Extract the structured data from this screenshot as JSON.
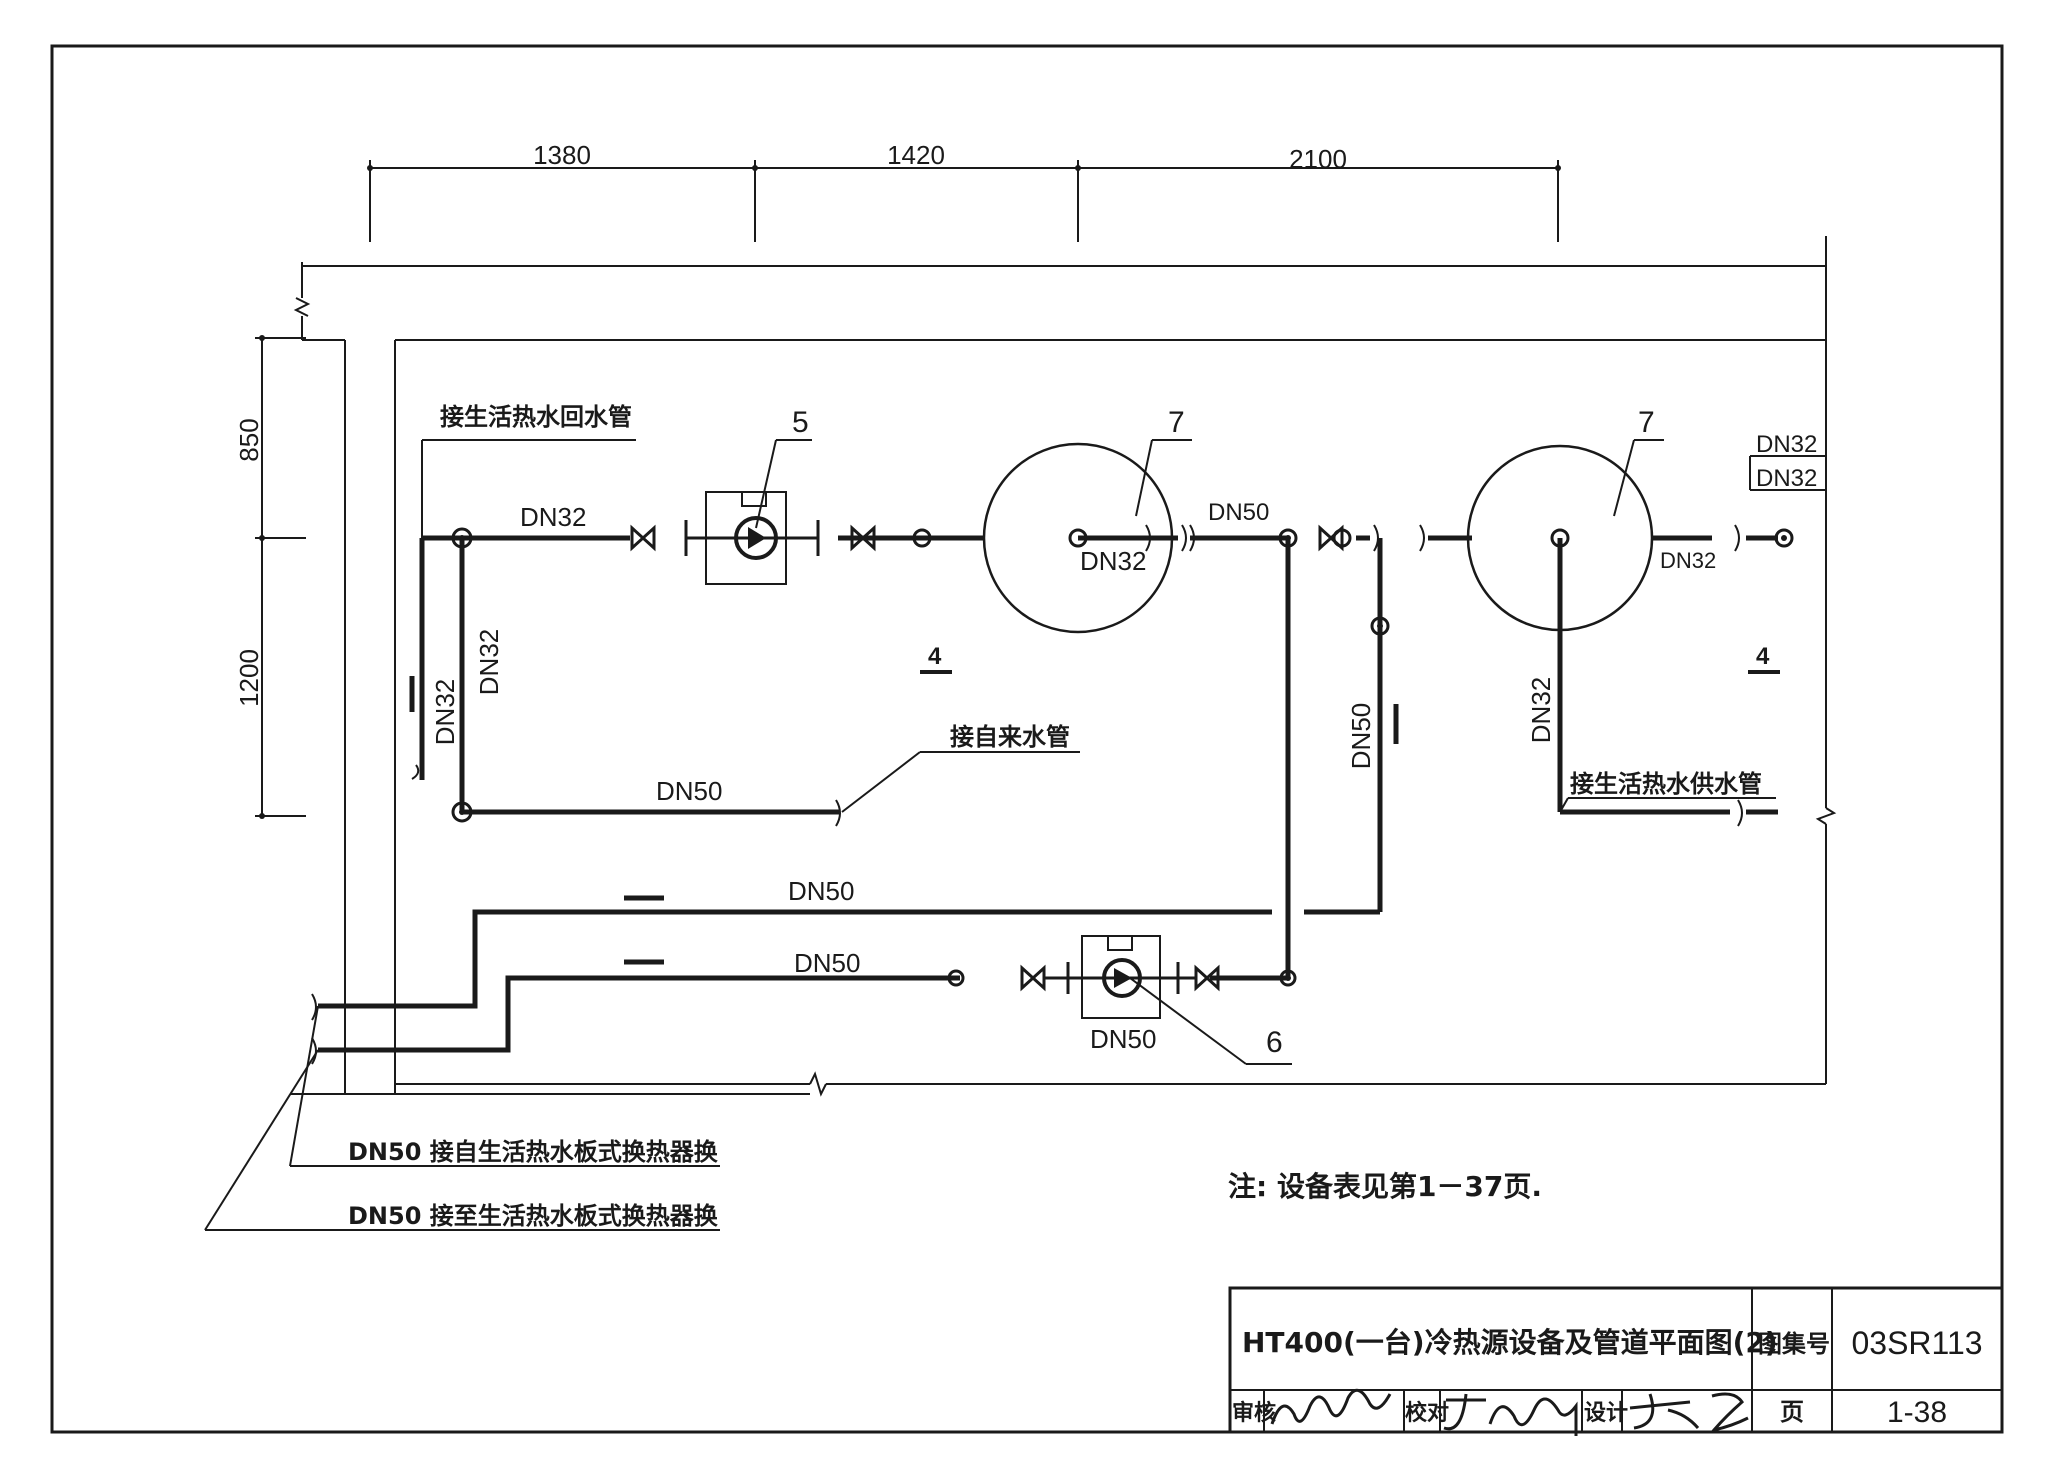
{
  "dimensions": {
    "horizontal": [
      "1380",
      "1420",
      "2100"
    ],
    "vertical": [
      "850",
      "1200"
    ]
  },
  "labels": {
    "return_pipe": "接生活热水回水管",
    "tap_water": "接自来水管",
    "supply_pipe": "接生活热水供水管",
    "from_exchanger": "DN50 接自生活热水板式换热器换",
    "to_exchanger": "DN50 接至生活热水板式换热器换"
  },
  "pipe_sizes": {
    "dn32": "DN32",
    "dn50": "DN50"
  },
  "item_numbers": {
    "pump_top": "5",
    "tank_left": "7",
    "tank_right": "7",
    "pump_bottom": "6",
    "section_left": "4",
    "section_right": "4"
  },
  "note": "注: 设备表见第1－37页.",
  "title_block": {
    "title": "HT400(一台)冷热源设备及管道平面图(2)",
    "atlas_label": "图集号",
    "atlas_no": "03SR113",
    "review_label": "审核",
    "check_label": "校对",
    "design_label": "设计",
    "page_label": "页",
    "page_no": "1-38"
  }
}
